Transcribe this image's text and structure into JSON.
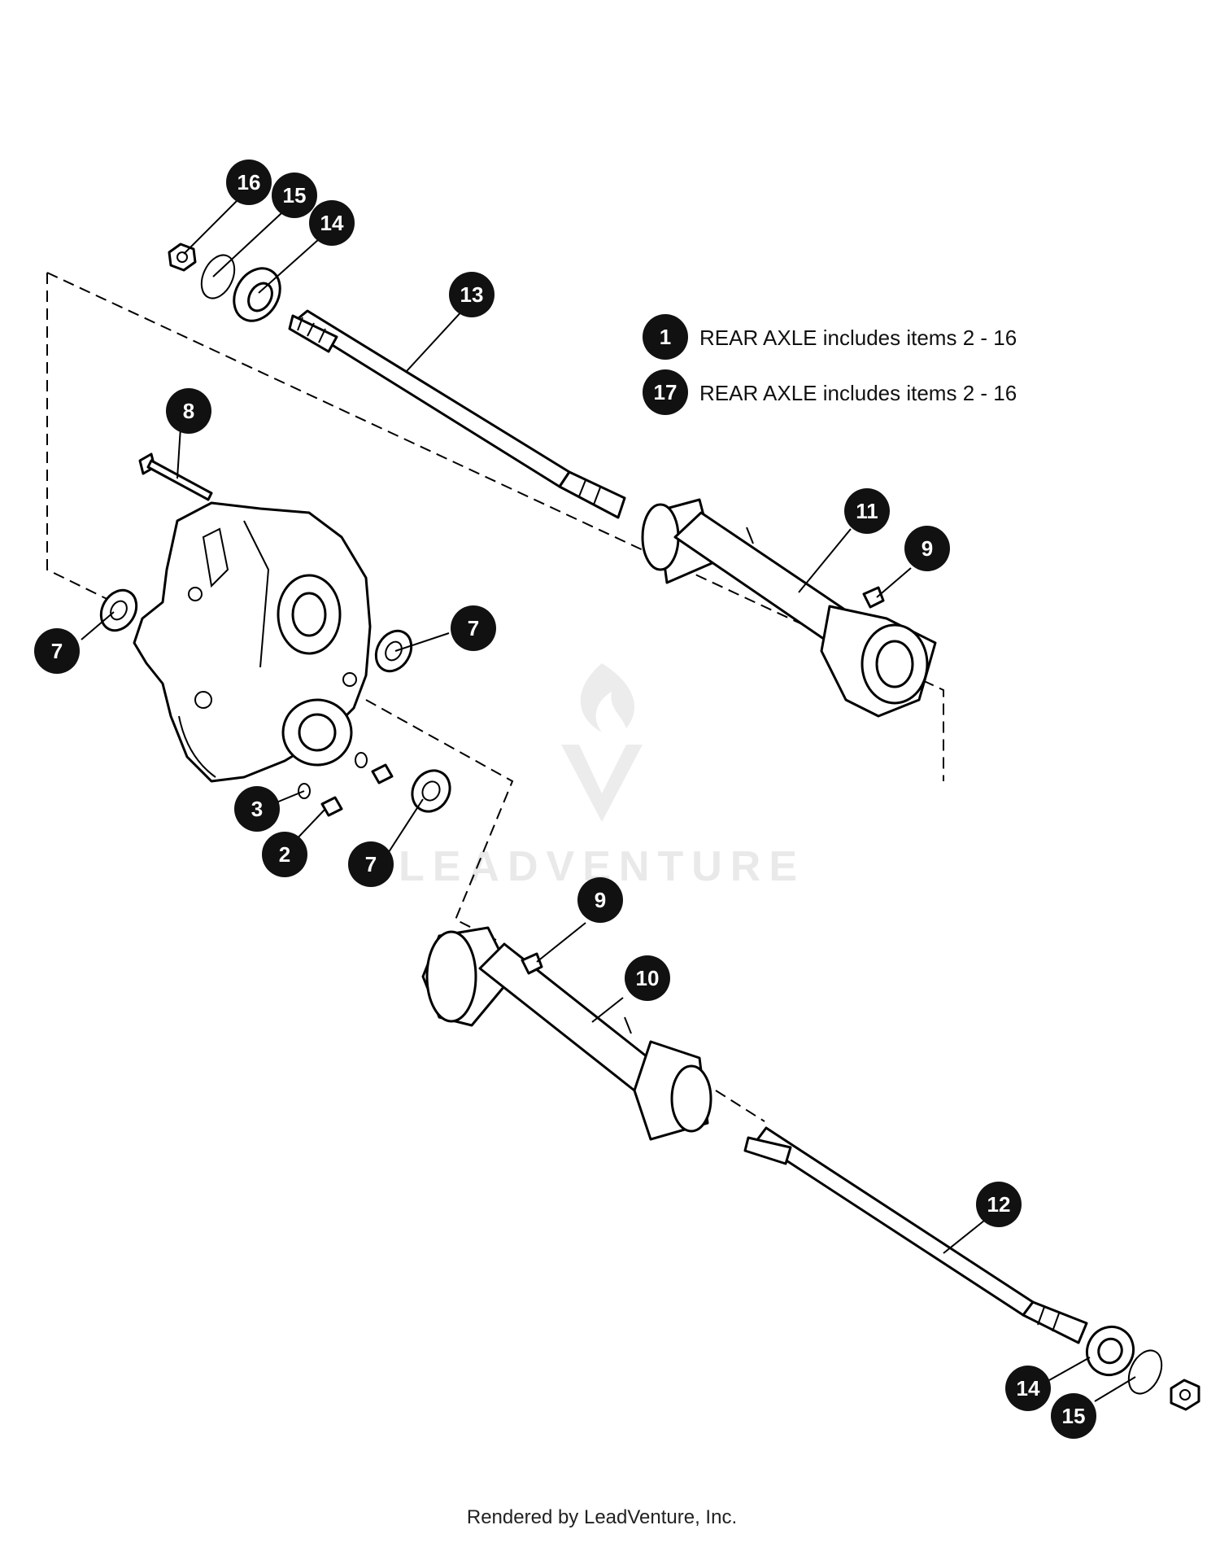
{
  "legend": [
    {
      "number": "1",
      "text": "REAR AXLE includes items 2 - 16"
    },
    {
      "number": "17",
      "text": "REAR AXLE includes items 2 - 16"
    }
  ],
  "callouts": [
    "16",
    "15",
    "14",
    "13",
    "8",
    "11",
    "9",
    "7",
    "7",
    "3",
    "2",
    "7",
    "9",
    "10",
    "12",
    "14",
    "15"
  ],
  "watermark": "LEADVENTURE",
  "footer": "Rendered by LeadVenture, Inc.",
  "colors": {
    "callout_fill": "#111111",
    "callout_text": "#ffffff",
    "line": "#000000",
    "watermark": "#e9e9e9"
  },
  "icons": [
    "leadventure-logo-icon"
  ]
}
